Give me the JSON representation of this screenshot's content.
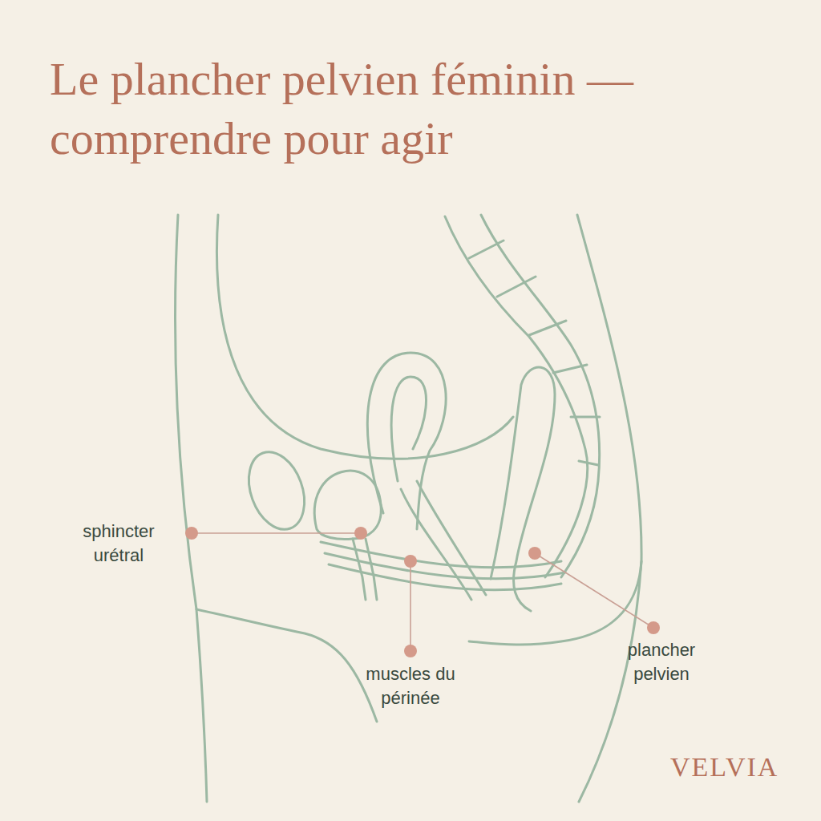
{
  "diagram": {
    "title": "Le plancher pelvien féminin — comprendre pour agir",
    "labels": [
      "sphincter urétral",
      "muscles du périnée",
      "plancher pelvien",
      "VELVIA"
    ]
  }
}
